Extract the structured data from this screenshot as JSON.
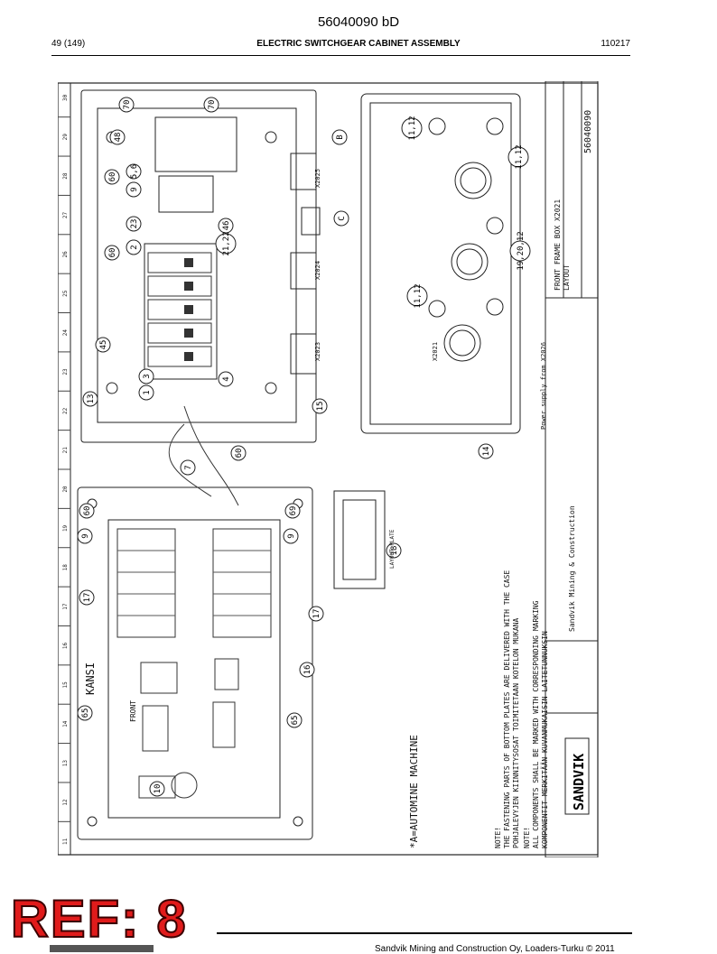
{
  "header": {
    "doc_number": "56040090 bD",
    "page": "49 (149)",
    "title": "ELECTRIC SWITCHGEAR CABINET ASSEMBLY",
    "date_code": "110217"
  },
  "drawing": {
    "ruler_numbers": [
      "11",
      "12",
      "13",
      "14",
      "15",
      "16",
      "17",
      "18",
      "19",
      "20",
      "21",
      "22",
      "23",
      "24",
      "25",
      "26",
      "27",
      "28",
      "29",
      "30"
    ],
    "kansi_label": "KANSI",
    "front_label": "FRONT",
    "note_automine": "*A=AUTOMINE MACHINE",
    "note1_title": "NOTE!",
    "note1_en": "THE FASTENING PARTS OF BOTTOM PLATES ARE DELIVERED WITH THE CASE",
    "note1_fi": "POHJALEVYJEN KIINNITYSOSAT TOIMITETAAN KOTELON MUKANA",
    "note2_title": "NOTE!",
    "note2_en": "ALL COMPONENTS SHALL BE MARKED WITH CORRESPONDING MARKING",
    "note2_fi": "KOMPONENTIT MERKITÄÄN KUVANMUKAISIN LAITETUNNUKSIN",
    "brand": "SANDVIK",
    "brand_full": "Sandvik Mining & Construction",
    "drawing_title": "FRONT FRAME BOX X2021",
    "drawing_subtitle": "LAYOUT",
    "drawing_number": "56040090",
    "power_supply": "Power supply from X2026",
    "layout_plate": "LAYOUT PLATE",
    "connectors": [
      "X2021",
      "X2023",
      "X2024",
      "X2025"
    ],
    "callouts_top": [
      "70",
      "70",
      "48",
      "60",
      "60",
      "45",
      "13",
      "1",
      "3",
      "2",
      "23",
      "9",
      "5,6",
      "4",
      "46",
      "21,22",
      "15",
      "60",
      "7",
      "14"
    ],
    "callouts_bottom": [
      "60",
      "69",
      "9",
      "9",
      "17",
      "17",
      "16",
      "18",
      "65",
      "65",
      "10"
    ],
    "box_callouts": [
      "11,12",
      "11,12",
      "11,12",
      "19,20,12",
      "B",
      "C"
    ]
  },
  "footer": {
    "ref_stamp": "REF: 8",
    "copyright": "Sandvik Mining and Construction Oy, Loaders-Turku © 2011"
  }
}
